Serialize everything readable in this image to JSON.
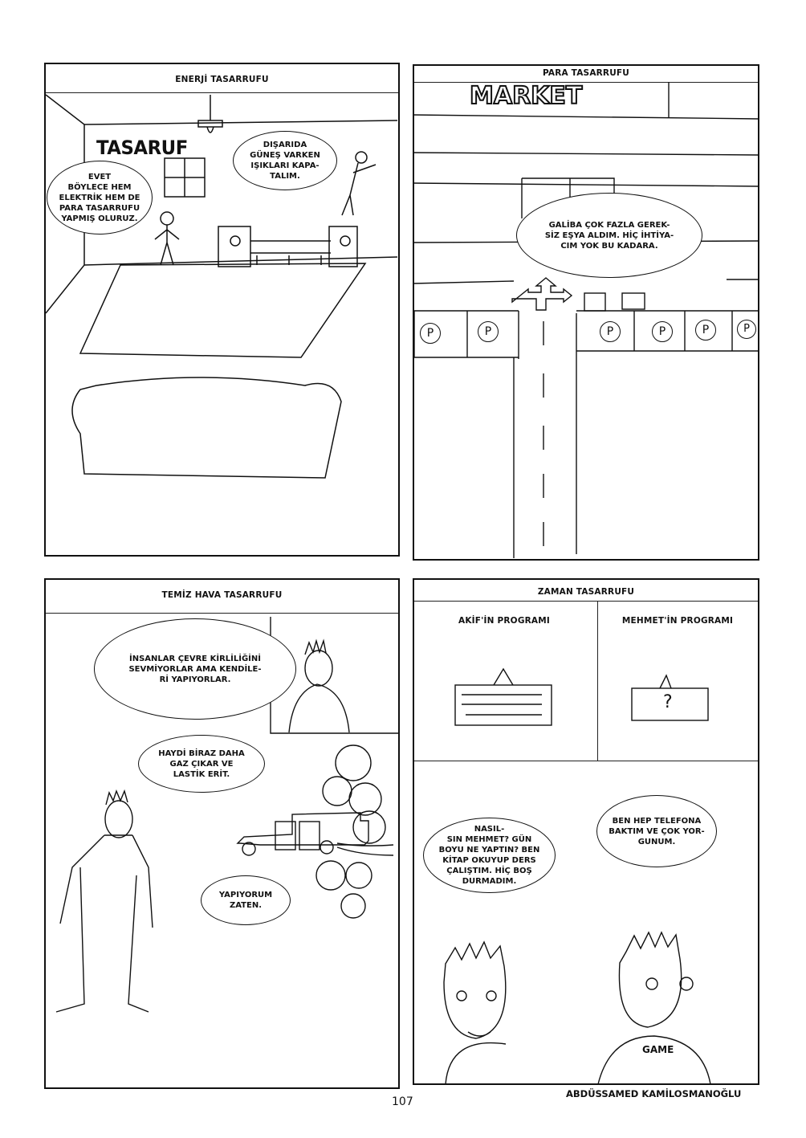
{
  "panels": {
    "energy": {
      "title": "ENERJİ TASARRUFU",
      "sign": "TASARUF",
      "bubbles": [
        "EVET\nBÖYLECE HEM\nELEKTRİK HEM DE\nPARA TASARRUFU\nYAPMIŞ OLURUZ.",
        "DIŞARIDA\nGÜNEŞ VARKEN\nIŞIKLARI KAPA-\nTALIM."
      ]
    },
    "money": {
      "title": "PARA TASARRUFU",
      "sign": "MARKET",
      "bubbles": [
        "GALİBA ÇOK FAZLA GEREK-\nSİZ EŞYA ALDIM. HİÇ İHTİYA-\nCIM YOK BU KADARA."
      ],
      "parking_label": "P"
    },
    "air": {
      "title": "TEMİZ HAVA TASARRUFU",
      "bubbles": [
        "İNSANLAR ÇEVRE KİRLİLİĞİNİ\nSEVMİYORLAR AMA KENDİLE-\nRİ YAPIYORLAR.",
        "HAYDİ BİRAZ DAHA\nGAZ ÇIKAR VE\nLASTİK ERİT.",
        "YAPIYORUM\nZATEN."
      ]
    },
    "time": {
      "title": "ZAMAN TASARRUFU",
      "left_label": "AKİF'İN PROGRAMI",
      "right_label": "MEHMET'İN PROGRAMI",
      "unknown_mark": "?",
      "bubbles": [
        "NASIL-\nSIN MEHMET? GÜN\nBOYU NE YAPTIN? BEN\nKİTAP OKUYUP DERS\nÇALIŞTIM. HİÇ BOŞ\nDURMADIM.",
        "BEN HEP TELEFONA\nBAKTIM VE ÇOK YOR-\nGUNUM."
      ],
      "shirt_text": "GAME"
    }
  },
  "footer": {
    "page_number": "107",
    "author": "ABDÜSSAMED KAMİLOSMANOĞLU"
  }
}
